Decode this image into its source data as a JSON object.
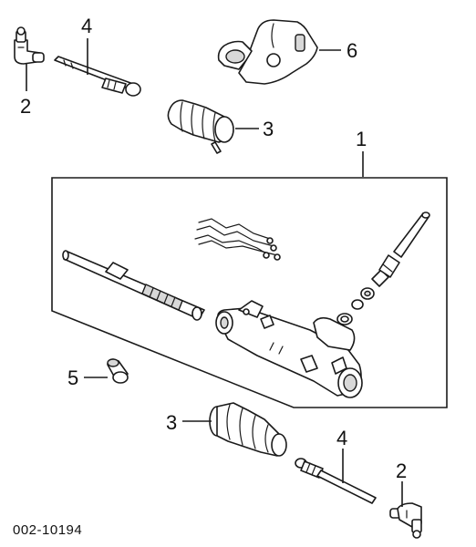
{
  "callouts": {
    "tie_rod_end_upper": "2",
    "inner_tie_rod_upper": "4",
    "boot_upper": "3",
    "bracket": "6",
    "rack_assembly": "1",
    "plug": "5",
    "boot_lower": "3",
    "inner_tie_rod_lower": "4",
    "tie_rod_end_lower": "2"
  },
  "diagram_code": "002-10194"
}
